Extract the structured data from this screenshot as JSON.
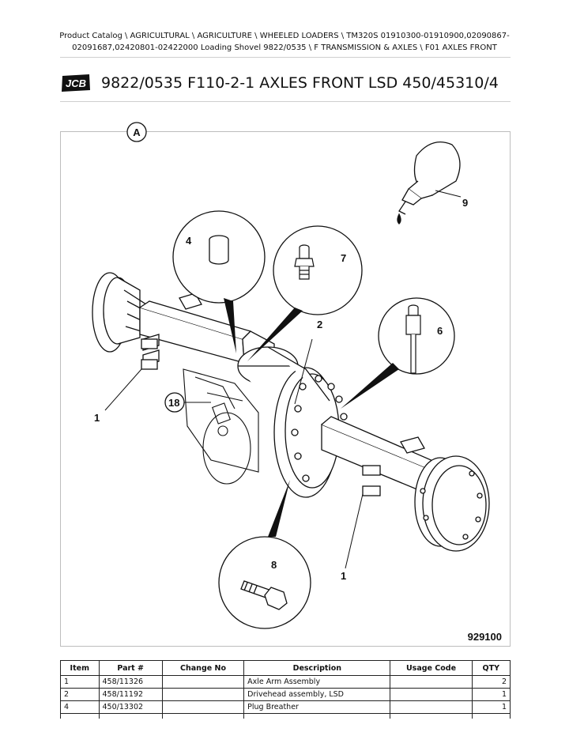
{
  "breadcrumb": {
    "line1": "Product Catalog  \\  AGRICULTURAL  \\  AGRICULTURE  \\  WHEELED LOADERS  \\  TM320S 01910300-01910900,02090867-",
    "line2": "02091687,02420801-02422000 Loading Shovel 9822/0535  \\  F TRANSMISSION & AXLES  \\  F01 AXLES FRONT"
  },
  "header": {
    "logo_text": "JCB",
    "title": "9822/0535 F110-2-1 AXLES FRONT LSD 450/45310/4"
  },
  "diagram": {
    "view_label": "A",
    "drawing_number": "929100",
    "callouts": [
      "9",
      "4",
      "7",
      "2",
      "6",
      "18",
      "1",
      "8",
      "1"
    ]
  },
  "parts_table": {
    "headers": [
      "Item",
      "Part #",
      "Change No",
      "Description",
      "Usage Code",
      "QTY"
    ],
    "rows": [
      {
        "item": "1",
        "part": "458/11326",
        "change": "",
        "description": "Axle Arm Assembly",
        "usage": "",
        "qty": "2"
      },
      {
        "item": "2",
        "part": "458/11192",
        "change": "",
        "description": "Drivehead assembly, LSD",
        "usage": "",
        "qty": "1"
      },
      {
        "item": "4",
        "part": "450/13302",
        "change": "",
        "description": "Plug Breather",
        "usage": "",
        "qty": "1"
      }
    ]
  }
}
